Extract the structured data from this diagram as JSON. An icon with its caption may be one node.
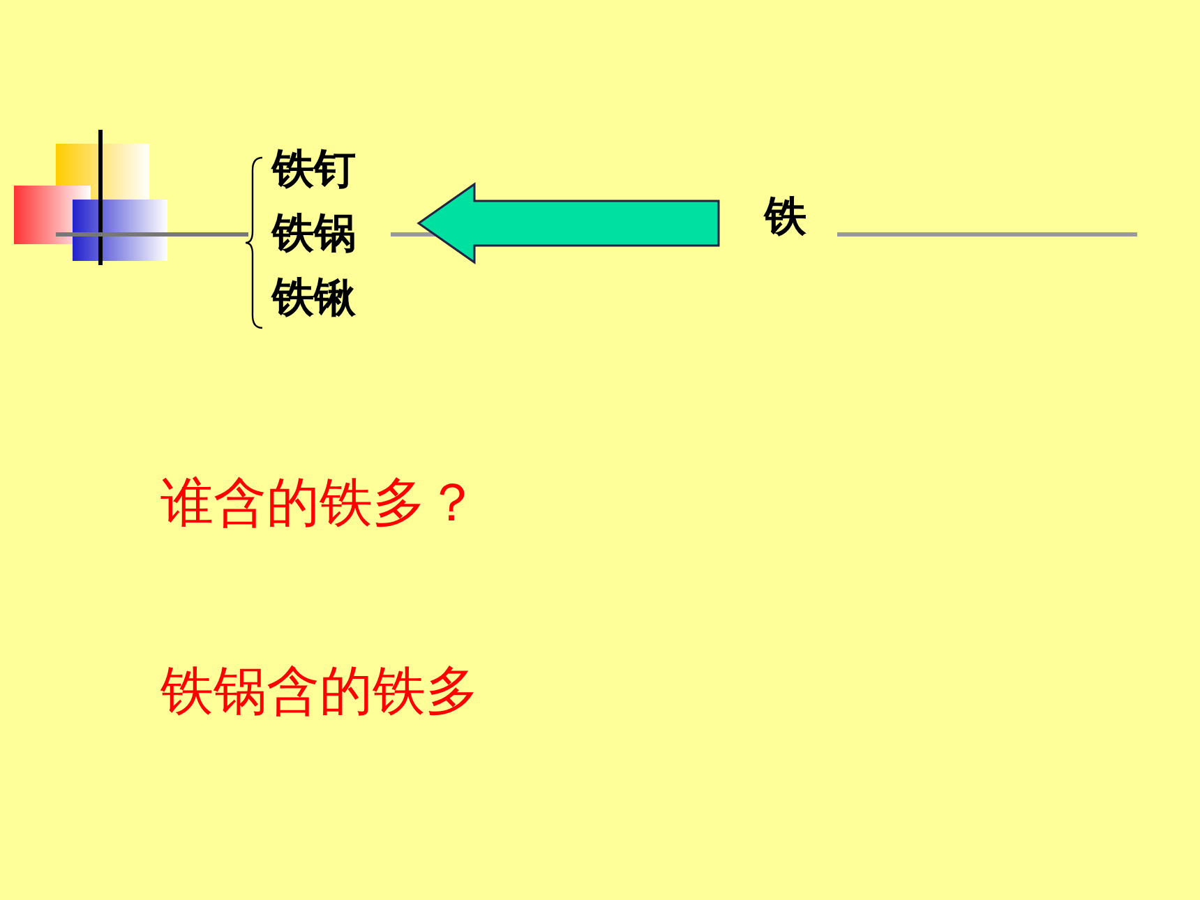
{
  "diagram": {
    "nodes": [
      {
        "text": [
          "铁钉",
          "铁锅",
          "铁锹"
        ]
      },
      {
        "text": [
          "铁"
        ]
      }
    ],
    "edges": [
      {
        "from": 1,
        "to": 0,
        "arrow": "to",
        "style": "thick",
        "color": "#00e0a0"
      }
    ],
    "labels": [
      "谁含的铁多？",
      "铁锅含的铁多"
    ]
  }
}
